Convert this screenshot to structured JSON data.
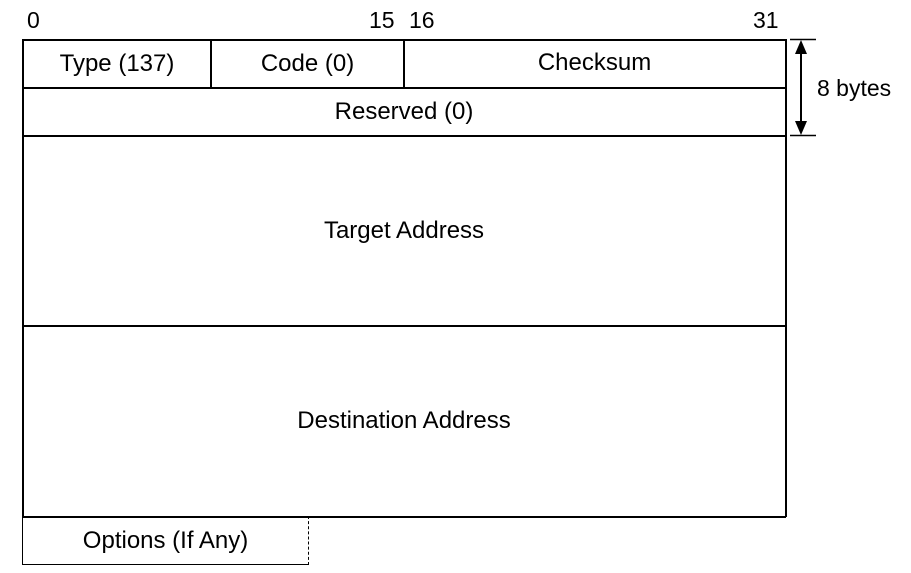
{
  "bit_labels": {
    "start": "0",
    "b15": "15",
    "b16": "16",
    "end": "31"
  },
  "fields": {
    "type": "Type (137)",
    "code": "Code (0)",
    "checksum": "Checksum",
    "reserved": "Reserved (0)",
    "target_address": "Target Address",
    "destination_address": "Destination Address",
    "options": "Options (If Any)"
  },
  "size_annotation": "8 bytes",
  "colors": {
    "line": "#000000",
    "background": "#ffffff"
  }
}
